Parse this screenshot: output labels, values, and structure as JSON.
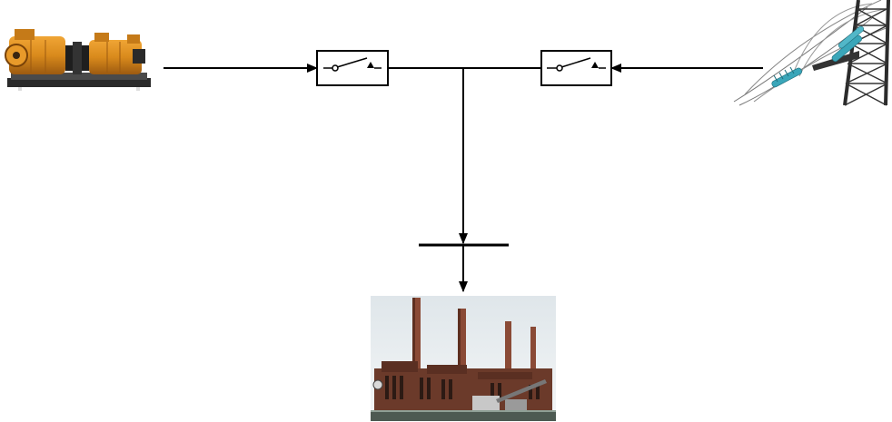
{
  "diagram": {
    "kind": "single-line power transfer schematic",
    "nodes": [
      {
        "id": "generator",
        "icon": "generator-icon"
      },
      {
        "id": "switch-generator",
        "icon": "switch-open-icon",
        "state": "open"
      },
      {
        "id": "switch-grid",
        "icon": "switch-open-icon",
        "state": "open"
      },
      {
        "id": "grid-tower",
        "icon": "transmission-tower-icon"
      },
      {
        "id": "busbar",
        "icon": "busbar-icon"
      },
      {
        "id": "factory",
        "icon": "factory-icon"
      }
    ],
    "colors": {
      "line": "#000000",
      "generator_body": "#d98a1c",
      "generator_dark": "#1e1e1e",
      "insulator": "#3aa6b9",
      "tower": "#2b2b2b",
      "factory_brick": "#6b3a2a",
      "factory_chimney": "#8a4a36",
      "sky": "#e9eef2"
    }
  }
}
